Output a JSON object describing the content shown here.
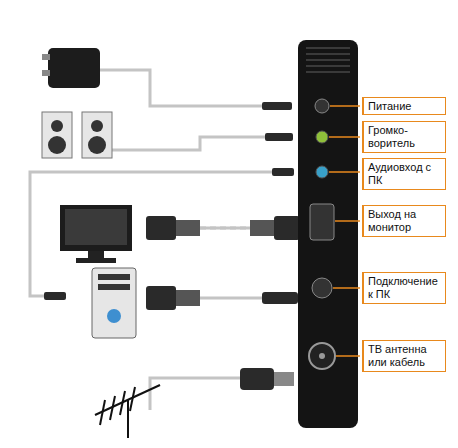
{
  "diagram": {
    "nodes": [
      {
        "text": [
          "Питание"
        ]
      },
      {
        "text": [
          "Громко- воритель"
        ]
      },
      {
        "text": [
          "Аудиовход с ПК"
        ]
      },
      {
        "text": [
          "Выход на монитор"
        ]
      },
      {
        "text": [
          "Подключение к ПК"
        ]
      },
      {
        "text": [
          "ТВ антенна или кабель"
        ]
      }
    ]
  }
}
